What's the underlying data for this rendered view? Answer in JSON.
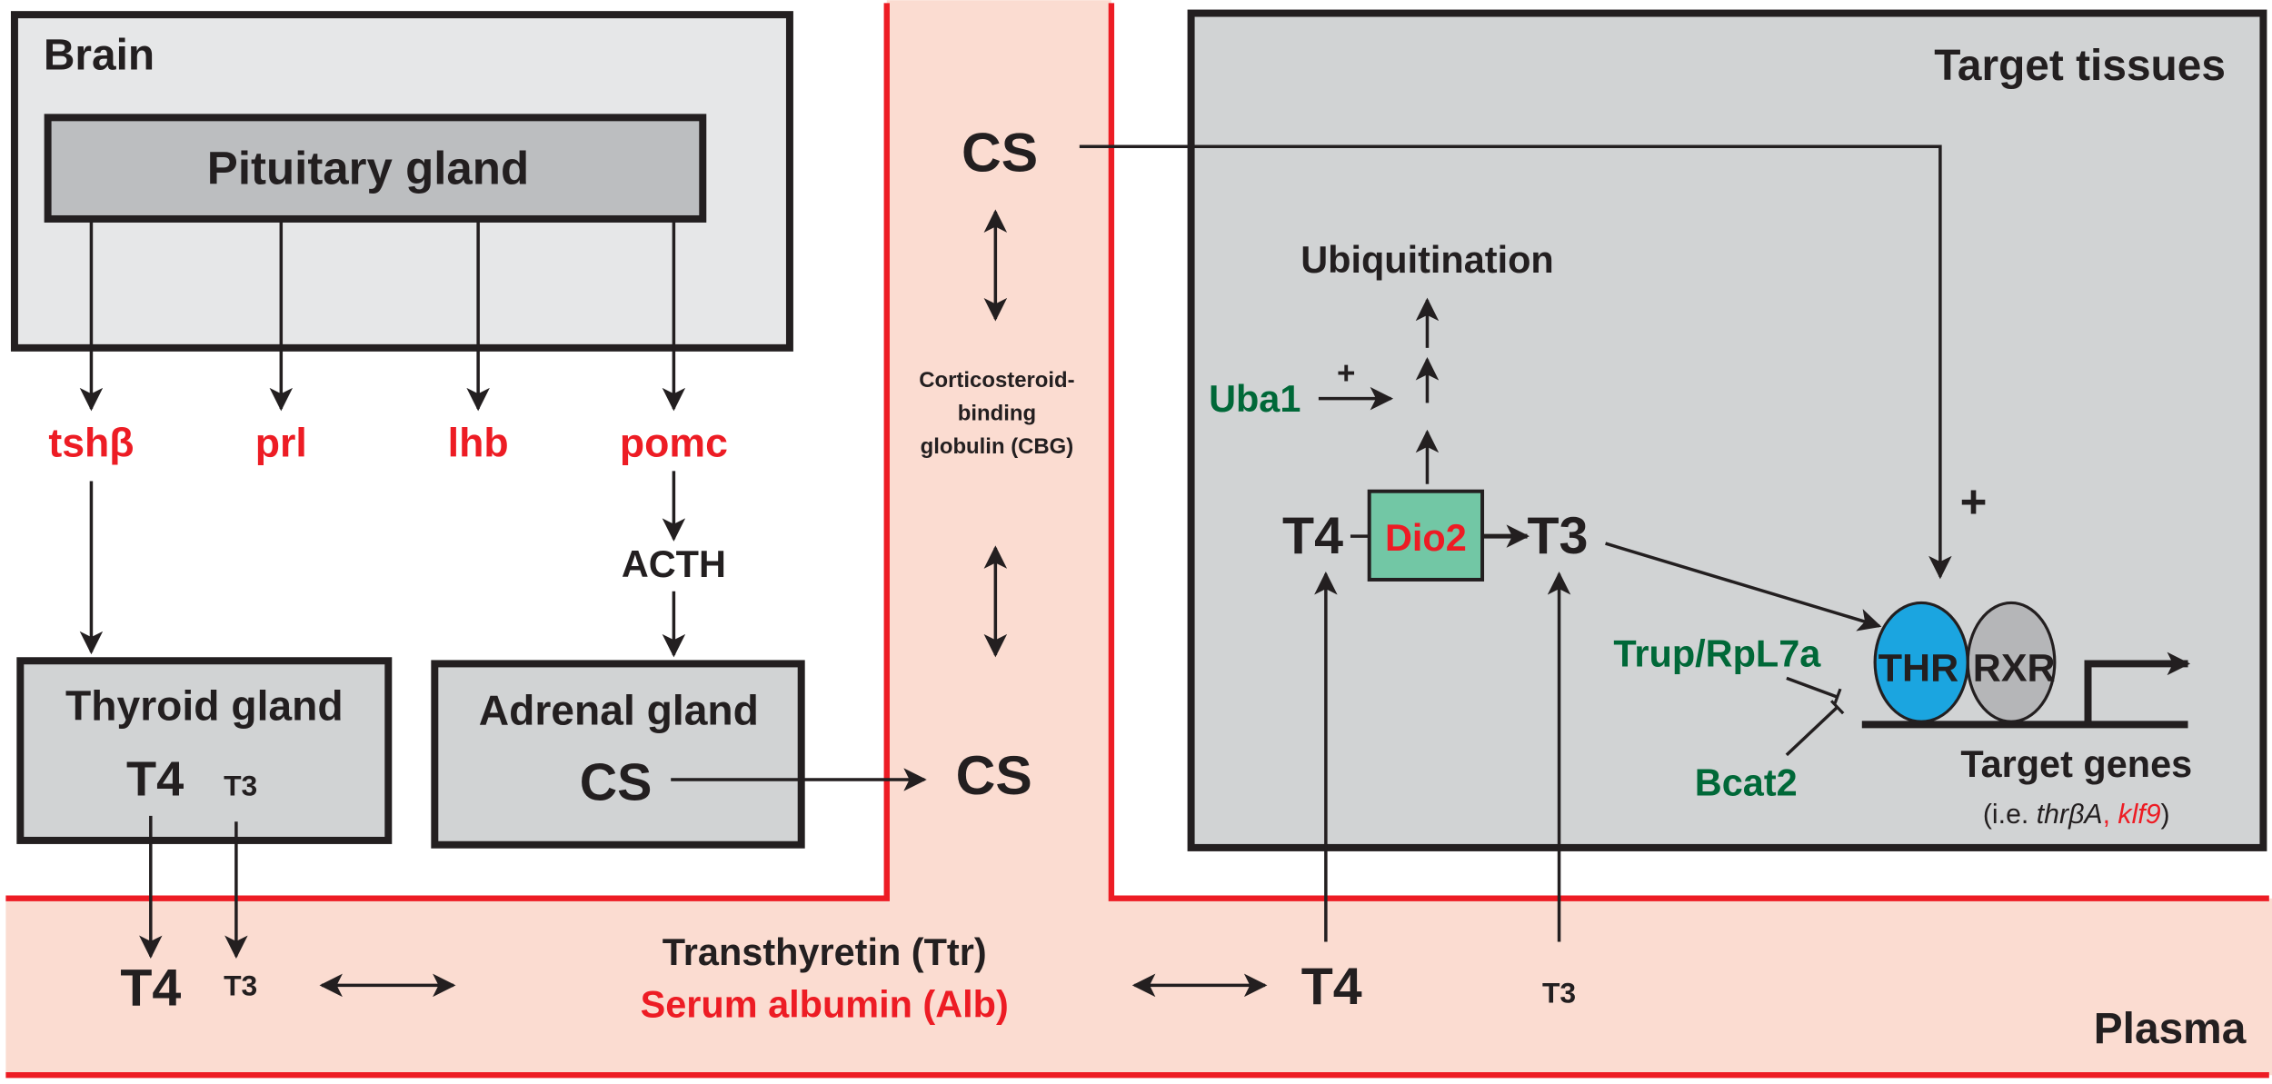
{
  "compartments": {
    "brain": "Brain",
    "pituitary": "Pituitary gland",
    "thyroid": "Thyroid gland",
    "adrenal": "Adrenal gland",
    "target": "Target tissues",
    "plasma": "Plasma"
  },
  "pituitary_genes": [
    {
      "label": "tshβ"
    },
    {
      "label": "prl"
    },
    {
      "label": "lhb"
    },
    {
      "label": "pomc"
    }
  ],
  "acth": "ACTH",
  "thyroid_hormones": {
    "t4": "T4",
    "t3": "T3"
  },
  "adrenal_hormone": "CS",
  "cbg_column": {
    "cs_top": "CS",
    "cs_bottom": "CS",
    "binding_protein": [
      "Corticosteroid-",
      "binding",
      "globulin (CBG)"
    ]
  },
  "plasma": {
    "t4_left": "T4",
    "t3_left": "T3",
    "ttr": "Transthyretin (Ttr)",
    "alb": "Serum albumin (Alb)",
    "t4_right": "T4",
    "t3_right": "T3"
  },
  "target": {
    "ubiquitination": "Ubiquitination",
    "uba1": "Uba1",
    "plus_uba1": "+",
    "t4": "T4",
    "dio2": "Dio2",
    "t3": "T3",
    "plus_cs": "+",
    "thr": "THR",
    "rxr": "RXR",
    "trup": "Trup/RpL7a",
    "bcat2": "Bcat2",
    "target_genes": "Target genes",
    "examples_prefix": "(i.e. ",
    "examples_gene1": "thrβA",
    "examples_sep": ", ",
    "examples_gene2": "klf9",
    "examples_suffix": ")"
  },
  "colors": {
    "red": "#ed1c24",
    "green": "#006838",
    "plasma_fill": "#fbdcd1",
    "dio2_fill": "#72c7a5",
    "thr_fill": "#1ba5e0",
    "rxr_fill": "#b5b6b8",
    "box_fill_light": "#e6e7e8",
    "box_fill": "#d1d3d4",
    "pituitary_fill": "#bcbec0"
  }
}
